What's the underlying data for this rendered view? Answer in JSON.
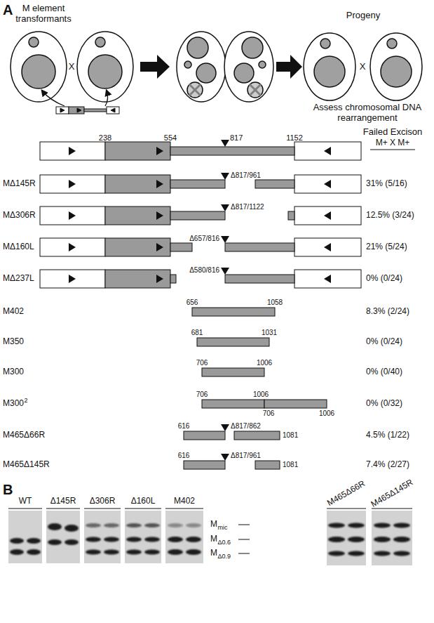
{
  "diagram": {
    "nodes": [
      {
        "text": [
          "WT"
        ]
      },
      {
        "text": [
          "Δ145R"
        ]
      },
      {
        "text": [
          "Δ306R"
        ]
      },
      {
        "text": [
          "Δ160L"
        ]
      },
      {
        "text": [
          "M402"
        ]
      },
      {
        "text": [
          "M465Δ66R"
        ]
      },
      {
        "text": [
          "M465Δ145R"
        ]
      }
    ],
    "labels": [
      "A",
      "M element transformants",
      "X",
      "Progeny",
      "X",
      "Assess chromosomal DNA rearrangement",
      "238",
      "554",
      "817",
      "1152",
      "Failed Excison",
      "M+ X M+",
      "MΔ145R",
      "Δ817/961",
      "31% (5/16)",
      "MΔ306R",
      "Δ817/1122",
      "12.5% (3/24)",
      "MΔ160L",
      "Δ657/816",
      "21% (5/24)",
      "MΔ237L",
      "Δ580/816",
      "0% (0/24)",
      "M402",
      "656",
      "1058",
      "8.3% (2/24)",
      "M350",
      "681",
      "1031",
      "0% (0/24)",
      "M300",
      "706",
      "1006",
      "0% (0/40)",
      "M300",
      "2",
      "706",
      "1006",
      "706",
      "1006",
      "0% (0/32)",
      "M465Δ66R",
      "616",
      "Δ817/862",
      "1081",
      "4.5% (1/22)",
      "M465Δ145R",
      "616",
      "Δ817/961",
      "1081",
      "7.4% (2/27)",
      "B",
      "M",
      "mic",
      "M",
      "Δ0.6",
      "M",
      "Δ0.9"
    ]
  }
}
